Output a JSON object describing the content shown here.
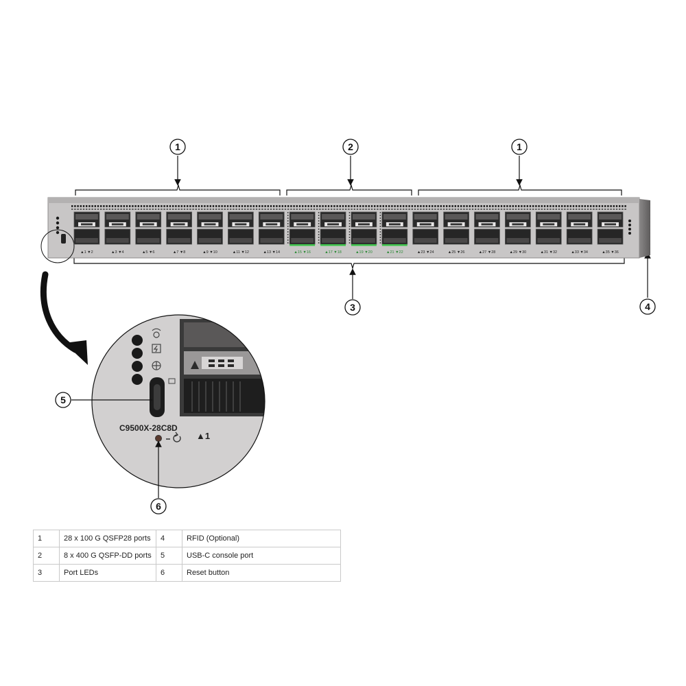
{
  "callouts": [
    {
      "number": "1",
      "label": "28 x 100 G QSFP28 ports"
    },
    {
      "number": "2",
      "label": "8 x 400 G QSFP-DD ports"
    },
    {
      "number": "3",
      "label": "Port LEDs"
    },
    {
      "number": "4",
      "label": "RFID (Optional)"
    },
    {
      "number": "5",
      "label": "USB-C console port"
    },
    {
      "number": "6",
      "label": "Reset button"
    }
  ],
  "device": {
    "model_label": "C9500X-28C8D",
    "zoom_port_label": "▲1",
    "port_labels": [
      "▲1 ▼2",
      "▲3 ▼4",
      "▲5 ▼6",
      "▲7 ▼8",
      "▲9 ▼10",
      "▲11 ▼12",
      "▲13 ▼14",
      "▲15 ▼16",
      "▲17 ▼18",
      "▲19 ▼20",
      "▲21 ▼22",
      "▲23 ▼24",
      "▲25 ▼26",
      "▲27 ▼28",
      "▲29 ▼30",
      "▲31 ▼32",
      "▲33 ▼34",
      "▲35 ▼36"
    ],
    "group_of_port": [
      "qsfp28",
      "qsfp28",
      "qsfp28",
      "qsfp28",
      "qsfp28",
      "qsfp28",
      "qsfp28",
      "qsfpdd",
      "qsfpdd",
      "qsfpdd",
      "qsfpdd",
      "qsfp28",
      "qsfp28",
      "qsfp28",
      "qsfp28",
      "qsfp28",
      "qsfp28",
      "qsfp28"
    ]
  },
  "legend_rows": [
    {
      "n1": "1",
      "d1": "28 x 100 G QSFP28 ports",
      "n2": "4",
      "d2": "RFID (Optional)"
    },
    {
      "n1": "2",
      "d1": "8 x 400 G QSFP-DD ports",
      "n2": "5",
      "d2": "USB-C console port"
    },
    {
      "n1": "3",
      "d1": "Port LEDs",
      "n2": "6",
      "d2": "Reset button"
    }
  ],
  "colors": {
    "chassis": "#c8c6c6",
    "chassis_edge": "#8d8b8b",
    "port_dark": "#2a2a2a",
    "led_green": "#3cc24a",
    "callout_line": "#111111"
  },
  "icons": [
    "beacon-icon",
    "power-icon",
    "fan-icon",
    "console-icon",
    "reset-icon"
  ]
}
